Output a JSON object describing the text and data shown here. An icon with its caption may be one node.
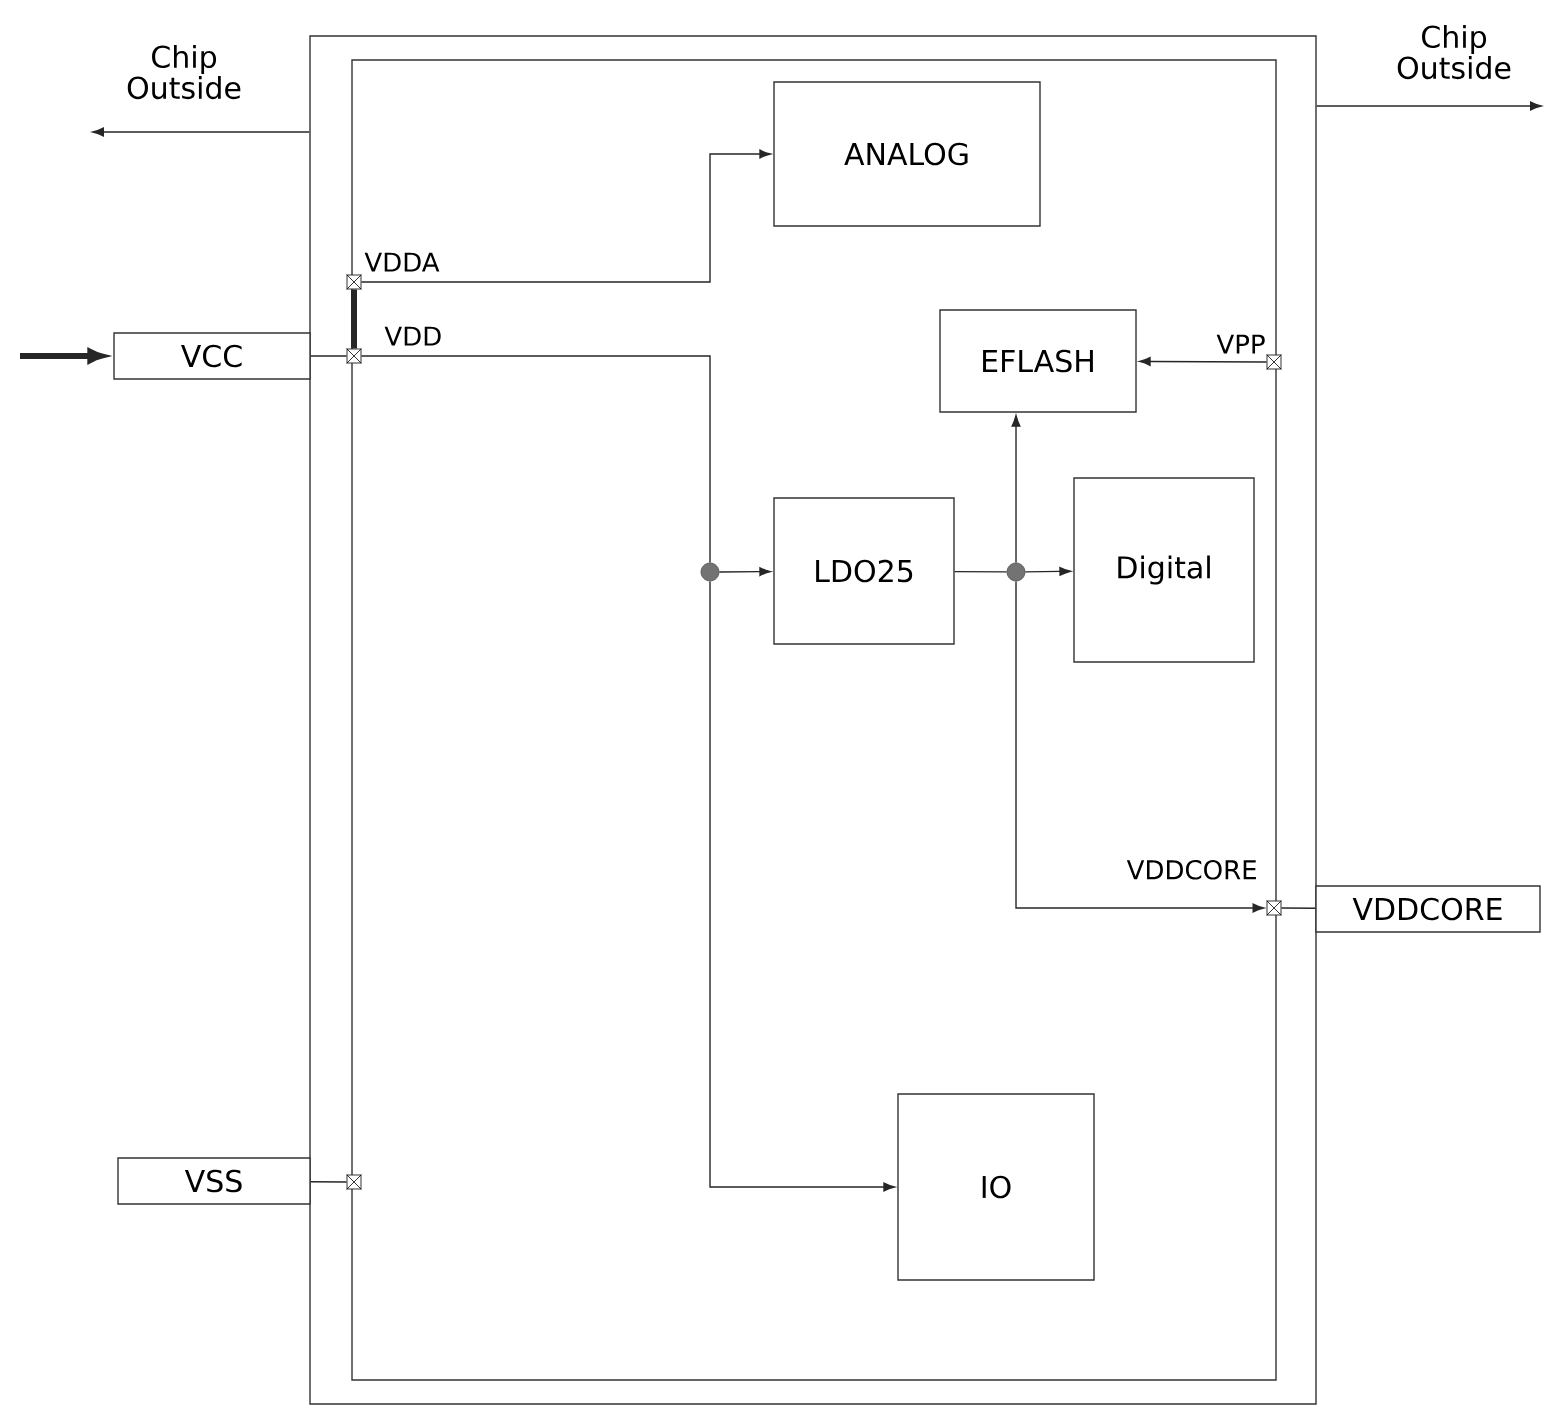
{
  "diagram": {
    "nodes": [
      {
        "text": [],
        "shape": "box"
      },
      {
        "text": [],
        "shape": "box",
        "in": 0
      },
      {
        "text": [
          "ANALOG"
        ],
        "in": 1
      },
      {
        "text": [],
        "shape": "box",
        "beside": [
          "VDDA"
        ],
        "in": 0
      },
      {
        "text": [
          "VCC"
        ]
      },
      {
        "text": [],
        "shape": "box",
        "beside": [
          "VDD"
        ],
        "in": 0
      },
      {
        "text": [
          "EFLASH"
        ],
        "in": 1
      },
      {
        "text": [],
        "shape": "box",
        "beside": [
          "VPP"
        ],
        "in": 0
      },
      {
        "text": [],
        "shape": "circle",
        "in": 1
      },
      {
        "text": [
          "LDO25"
        ],
        "in": 1
      },
      {
        "text": [],
        "shape": "circle",
        "in": 1
      },
      {
        "text": [
          "Digital"
        ],
        "in": 1
      },
      {
        "text": [],
        "shape": "box",
        "beside": [
          "VDDCORE"
        ],
        "in": 0
      },
      {
        "text": [
          "VDDCORE"
        ]
      },
      {
        "text": [
          "IO"
        ],
        "in": 1
      },
      {
        "text": [
          "VSS"
        ]
      },
      {
        "text": [],
        "shape": "box",
        "in": 0
      }
    ],
    "edges": [
      {
        "from": null,
        "to": 4,
        "arrow": "to",
        "style": "thick"
      },
      {
        "from": 4,
        "to": 5,
        "arrow": "none"
      },
      {
        "from": 3,
        "to": 5,
        "arrow": "none",
        "style": "thick"
      },
      {
        "from": 3,
        "to": 2,
        "arrow": "to"
      },
      {
        "from": 5,
        "to": 8,
        "arrow": "none"
      },
      {
        "from": 8,
        "to": 9,
        "arrow": "to"
      },
      {
        "from": 8,
        "to": 14,
        "arrow": "to"
      },
      {
        "from": 9,
        "to": 10,
        "arrow": "none"
      },
      {
        "from": 10,
        "to": 11,
        "arrow": "to"
      },
      {
        "from": 10,
        "to": 6,
        "arrow": "to"
      },
      {
        "from": 10,
        "to": 12,
        "arrow": "to"
      },
      {
        "from": 7,
        "to": 6,
        "arrow": "to"
      },
      {
        "from": 12,
        "to": 13,
        "arrow": "none"
      },
      {
        "from": 15,
        "to": 16,
        "arrow": "none"
      },
      {
        "from": 0,
        "to": null,
        "arrow": "to",
        "label": "Chip Outside"
      },
      {
        "from": 0,
        "to": null,
        "arrow": "to",
        "label": "Chip Outside"
      }
    ]
  }
}
